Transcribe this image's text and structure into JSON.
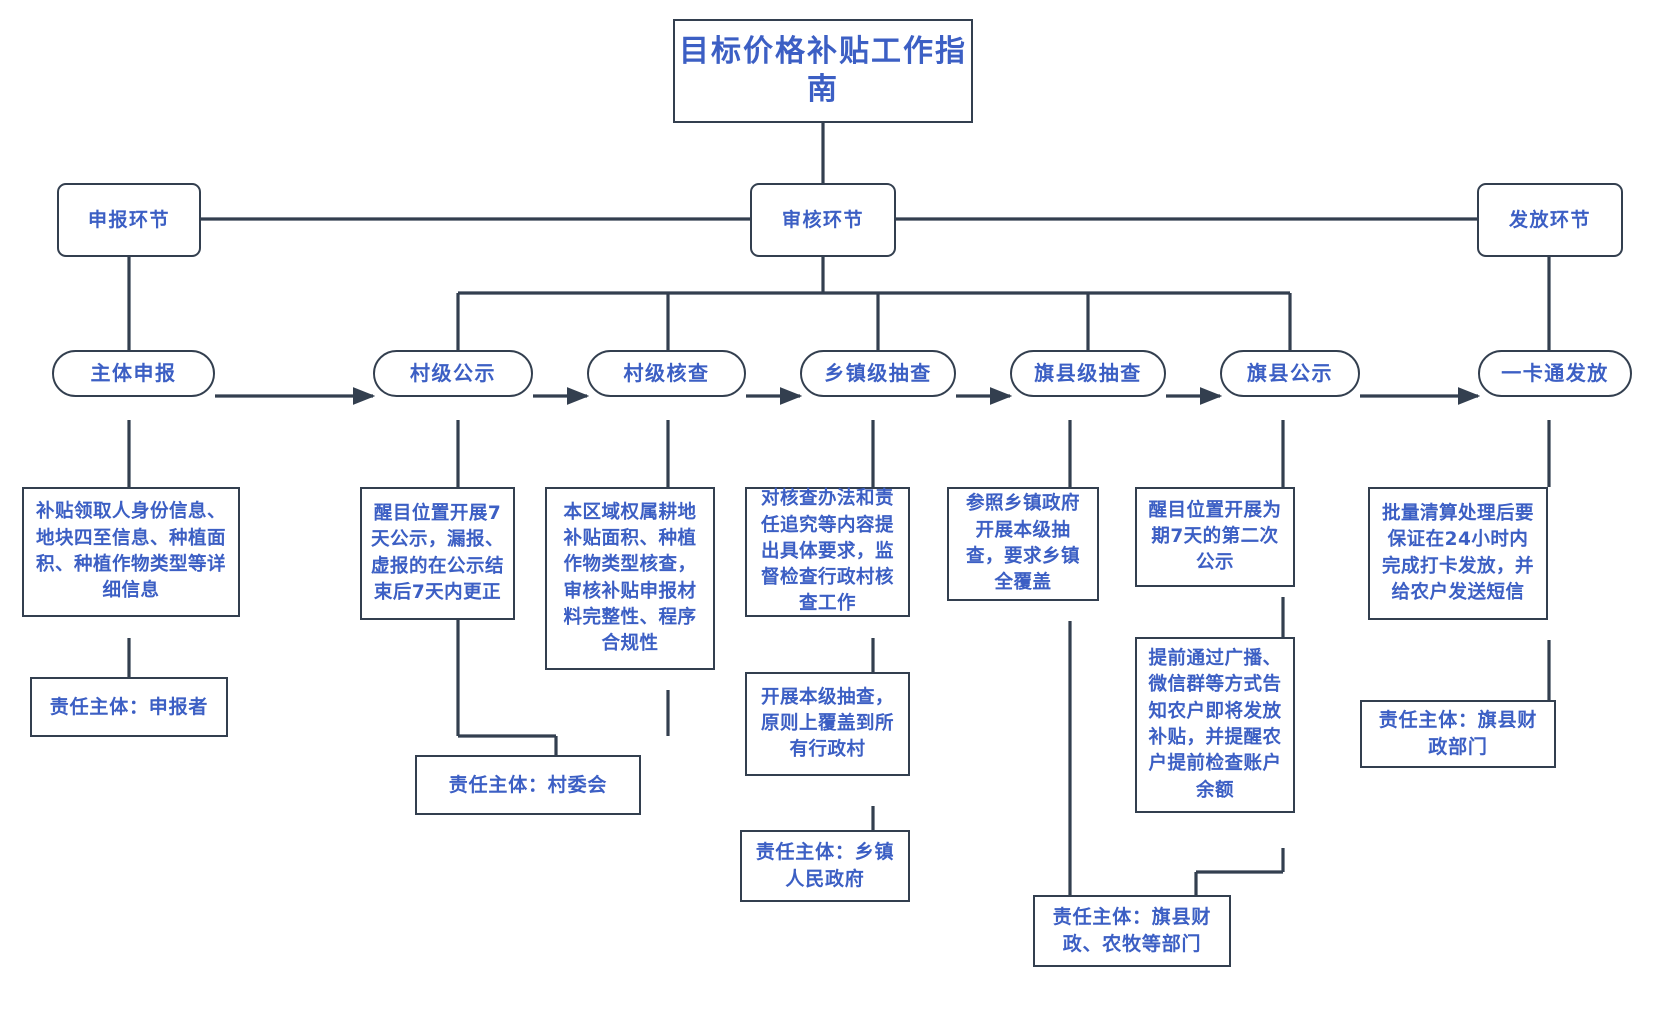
{
  "meta": {
    "accent_text_color": "#3c5fc4",
    "border_color": "#333f4f",
    "background_color": "#ffffff",
    "diagram_type": "flowchart"
  },
  "title": {
    "label": "目标价格补贴工作指南"
  },
  "phases": [
    {
      "id": "declare",
      "label": "申报环节"
    },
    {
      "id": "review",
      "label": "审核环节"
    },
    {
      "id": "disburse",
      "label": "发放环节"
    }
  ],
  "steps": [
    {
      "id": "step1",
      "label": "主体申报"
    },
    {
      "id": "step2",
      "label": "村级公示"
    },
    {
      "id": "step3",
      "label": "村级核查"
    },
    {
      "id": "step4",
      "label": "乡镇级抽查"
    },
    {
      "id": "step5",
      "label": "旗县级抽查"
    },
    {
      "id": "step6",
      "label": "旗县公示"
    },
    {
      "id": "step7",
      "label": "一卡通发放"
    }
  ],
  "details": [
    {
      "id": "d1",
      "text": "补贴领取人身份信息、地块四至信息、种植面积、种植作物类型等详细信息"
    },
    {
      "id": "d2",
      "text": "醒目位置开展7天公示，漏报、虚报的在公示结束后7天内更正"
    },
    {
      "id": "d3",
      "text": "本区域权属耕地补贴面积、种植作物类型核查，审核补贴申报材料完整性、程序合规性"
    },
    {
      "id": "d4",
      "text": "对核查办法和责任追究等内容提出具体要求，监督检查行政村核查工作"
    },
    {
      "id": "d5",
      "text": "开展本级抽查，原则上覆盖到所有行政村"
    },
    {
      "id": "d6",
      "text": "参照乡镇政府开展本级抽查，要求乡镇全覆盖"
    },
    {
      "id": "d7",
      "text": "醒目位置开展为期7天的第二次公示"
    },
    {
      "id": "d8",
      "text": "提前通过广播、微信群等方式告知农户即将发放补贴，并提醒农户提前检查账户余额"
    },
    {
      "id": "d9",
      "text": "批量清算处理后要保证在24小时内完成打卡发放，并给农户发送短信"
    }
  ],
  "owners": [
    {
      "id": "o1",
      "text": "责任主体：申报者"
    },
    {
      "id": "o2",
      "text": "责任主体：村委会"
    },
    {
      "id": "o3",
      "text": "责任主体：乡镇人民政府"
    },
    {
      "id": "o4",
      "text": "责任主体：旗县财政、农牧等部门"
    },
    {
      "id": "o5",
      "text": "责任主体：旗县财政部门"
    }
  ]
}
